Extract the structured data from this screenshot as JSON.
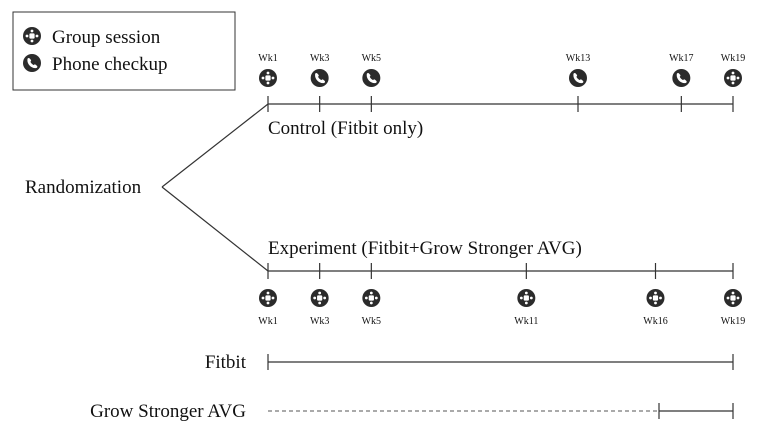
{
  "legend": {
    "group_session": "Group session",
    "phone_checkup": "Phone checkup"
  },
  "randomization_label": "Randomization",
  "control": {
    "label": "Control (Fitbit only)",
    "events": [
      {
        "week": "Wk1",
        "type": "group"
      },
      {
        "week": "Wk3",
        "type": "phone"
      },
      {
        "week": "Wk5",
        "type": "phone"
      },
      {
        "week": "Wk13",
        "type": "phone"
      },
      {
        "week": "Wk17",
        "type": "phone"
      },
      {
        "week": "Wk19",
        "type": "group"
      }
    ]
  },
  "experiment": {
    "label": "Experiment (Fitbit+Grow Stronger AVG)",
    "events": [
      {
        "week": "Wk1",
        "type": "group"
      },
      {
        "week": "Wk3",
        "type": "group"
      },
      {
        "week": "Wk5",
        "type": "group"
      },
      {
        "week": "Wk11",
        "type": "group"
      },
      {
        "week": "Wk16",
        "type": "group"
      },
      {
        "week": "Wk19",
        "type": "group"
      }
    ]
  },
  "fitbit_label": "Fitbit",
  "grow_stronger_label": "Grow Stronger AVG",
  "colors": {
    "icon_fill": "#2b2b2b",
    "line": "#333333"
  }
}
